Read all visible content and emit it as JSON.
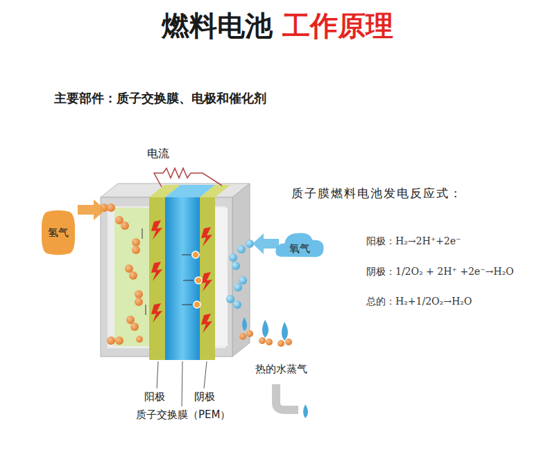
{
  "diagram": {
    "title": "燃料电池",
    "nodes": [
      {
        "text": [
          "氢气"
        ]
      },
      {
        "text": [
          "氧气"
        ]
      }
    ],
    "labels": [
      "工作原理",
      "主要部件：质子交换膜、电极和催化剂",
      "电流",
      "质子膜燃料电池发电反应式：",
      "阳极：H₂→2H⁺+2e⁻",
      "阴极：1/2O₂ + 2H⁺ +2e⁻→H₂O",
      "总的：H₂+1/2O₂→H₂O",
      "热的水蒸气",
      "阳极",
      "阴极",
      "质子交换膜（PEM）"
    ]
  }
}
